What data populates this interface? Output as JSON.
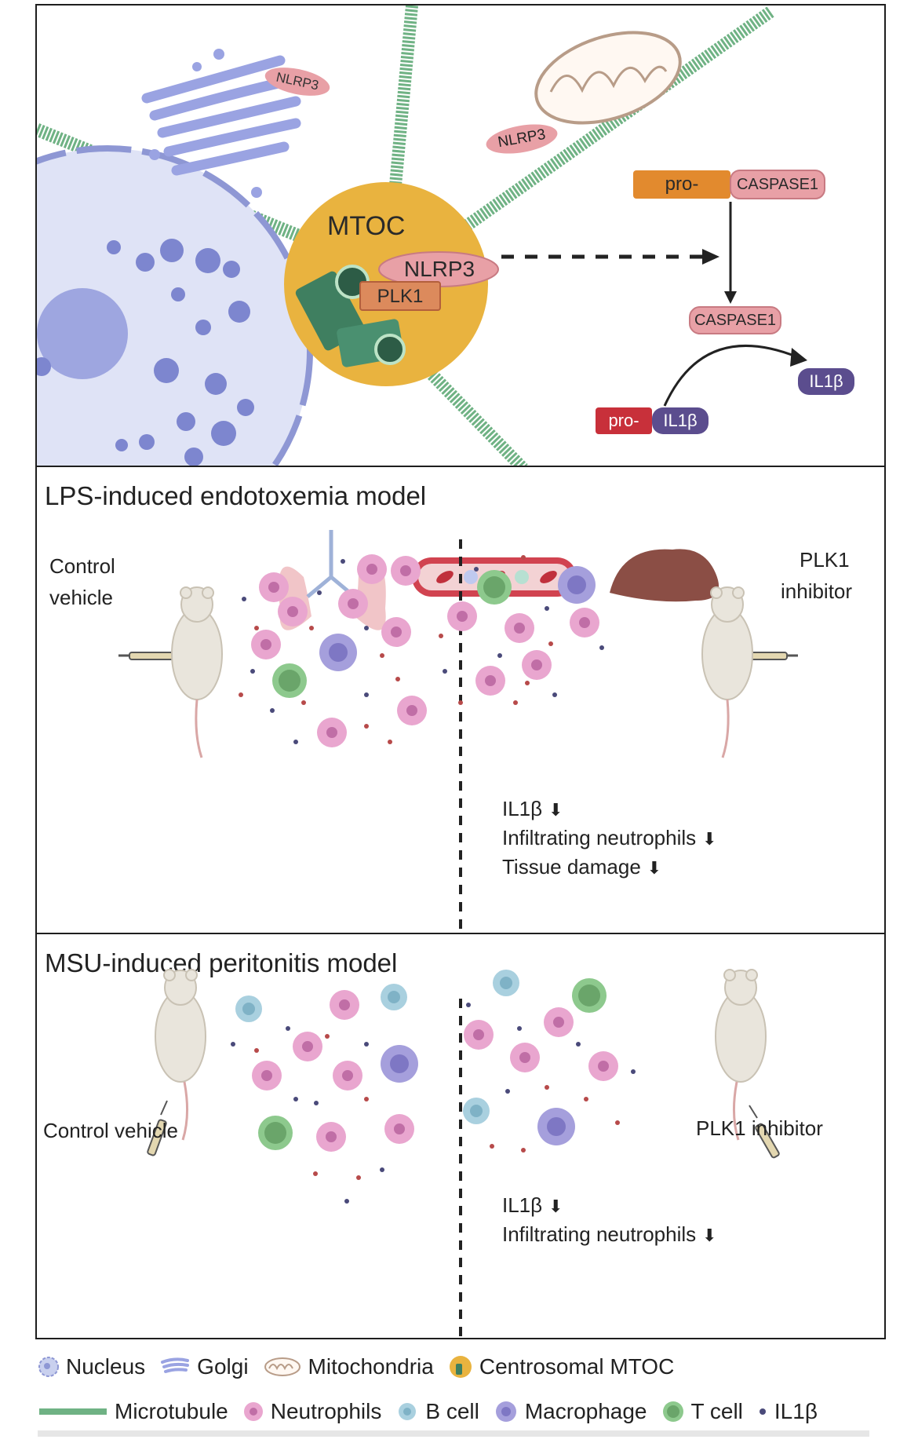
{
  "mechanism": {
    "mtoc_label": "MTOC",
    "nlrp3_label": "NLRP3",
    "plk1_label": "PLK1",
    "golgi_nlrp3": "NLRP3",
    "mito_nlrp3": "NLRP3",
    "pro_label": "pro-",
    "caspase1_label": "CASPASE1",
    "caspase1_active": "CASPASE1",
    "pro_il1b_pro": "pro-",
    "pro_il1b_il": "IL1β",
    "il1b_out": "IL1β"
  },
  "lps_panel": {
    "title": "LPS-induced endotoxemia model",
    "control_label_1": "Control",
    "control_label_2": "vehicle",
    "inhibitor_label_1": "PLK1",
    "inhibitor_label_2": "inhibitor",
    "effects": [
      "IL1β",
      "Infiltrating neutrophils",
      "Tissue damage"
    ]
  },
  "msu_panel": {
    "title": "MSU-induced peritonitis model",
    "control_label": "Control vehicle",
    "inhibitor_label": "PLK1 inhibitor",
    "effects": [
      "IL1β",
      "Infiltrating neutrophils"
    ]
  },
  "legend": {
    "row1": [
      "Nucleus",
      "Golgi",
      "Mitochondria",
      "Centrosomal MTOC"
    ],
    "row2": [
      "Microtubule",
      "Neutrophils",
      "B cell",
      "Macrophage",
      "T cell",
      "IL1β"
    ]
  },
  "colors": {
    "neutrophil": "#e9a6cf",
    "tcell": "#8dc98d",
    "macrophage": "#a59fdc",
    "bcell": "#a9d0df",
    "microtubule": "#6fb284",
    "mtoc": "#e9b33f",
    "nucleus": "#c9d0ee",
    "caspase": "#dc8a8a",
    "pro_orange": "#e28a2e",
    "il1b": "#5b4d8e"
  }
}
